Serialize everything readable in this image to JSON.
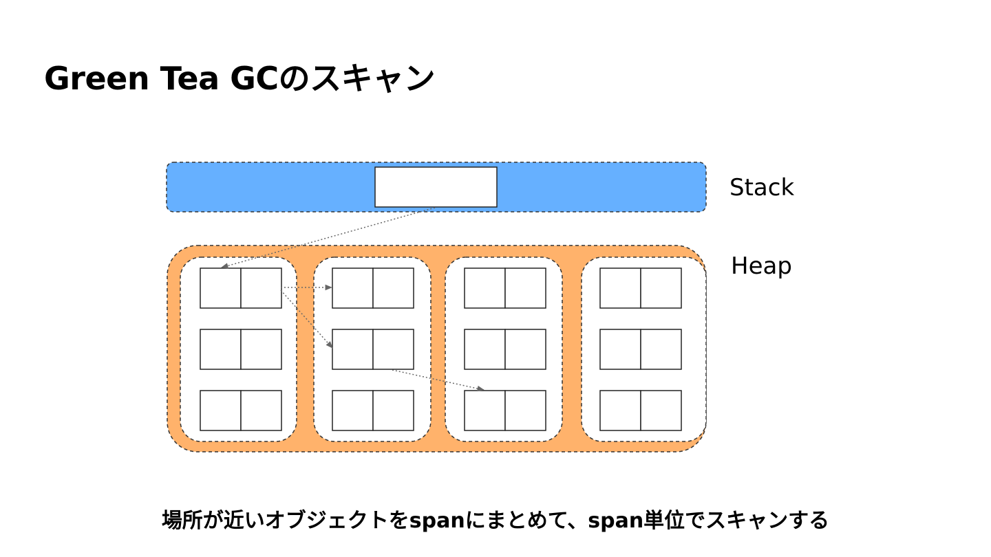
{
  "slide": {
    "title": "Green Tea GCのスキャン",
    "caption": "場所が近いオブジェクトをspanにまとめて、span単位でスキャンする"
  },
  "diagram": {
    "stack_label": "Stack",
    "heap_label": "Heap",
    "span_count": 4,
    "objects_per_span": 3,
    "colors": {
      "stack_fill": "#66b0ff",
      "heap_fill": "#ffb26b",
      "span_fill": "#ffffff",
      "outline": "#333333",
      "arrow": "#666666"
    }
  }
}
